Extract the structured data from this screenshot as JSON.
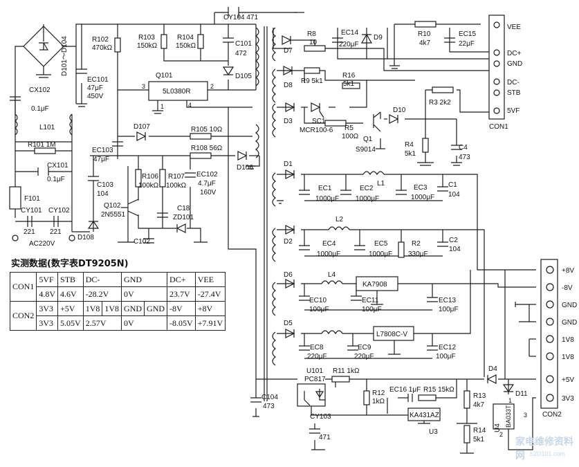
{
  "labels": {
    "cy104": "CY104  471",
    "d101": "D101～D104",
    "cx102": "CX102",
    "cx102v": "0.1μF",
    "l101": "L101",
    "r101": "R101   1M",
    "cx101": "CX101",
    "cx101v": "0.1μF",
    "f101": "F101",
    "cy101": "CY101",
    "cy102": "CY102",
    "cy101v": "221",
    "cy102v": "221",
    "ac": "AC220V",
    "ec101": "EC101",
    "ec101v1": "47μF",
    "ec101v2": "450V",
    "r102": "R102",
    "r102v": "470kΩ",
    "r103": "R103",
    "r103v": "150kΩ",
    "r104": "R104",
    "r104v": "150kΩ",
    "c101": "C101",
    "c101v": "472",
    "d105": "D105",
    "q101": "Q101",
    "ic": "5L0380R",
    "p3": "3",
    "p2": "2",
    "p1": "1",
    "p4": "4",
    "d107": "D107",
    "r105": "R105  10Ω",
    "r108": "R108  56Ω",
    "d106": "D106",
    "ec103": "EC103",
    "ec103v": "47μF",
    "c103": "C103",
    "c103v": "104",
    "r106": "R106",
    "r106v": "100kΩ",
    "r107": "R107",
    "r107v": "100kΩ",
    "ec102": "EC102",
    "ec102v1": "4.7μF",
    "ec102v2": "160V",
    "q102": "Q102",
    "q102v": "2N5551",
    "c18": "C18",
    "zd101": "ZD101",
    "d108": "D108",
    "c102": "C102",
    "d7": "D7",
    "r8": "R8",
    "r8v": "10",
    "ec14": "EC14",
    "ec14v": "220μF",
    "d9": "D9",
    "r10": "R10",
    "r10v": "4k7",
    "ec15": "EC15",
    "ec15v": "22μF",
    "d8": "D8",
    "r9": "R9  5k1",
    "r16": "R16",
    "r16v": "5k1",
    "r3": "R3  2k2",
    "d3": "D3",
    "sc1": "SC1",
    "sc1v": "MCR100-6",
    "r5": "R5",
    "r5v": "100Ω",
    "q1": "Q1",
    "q1v": "S9014",
    "d10": "D10",
    "r4": "R4",
    "r4v": "5k1",
    "c4": "C4",
    "c4v": "473",
    "d1": "D1",
    "l1": "L1",
    "ec1": "EC1",
    "ec1v": "1000μF",
    "ec2": "EC2",
    "ec2v": "1000μF",
    "ec3": "EC3",
    "ec3v": "1000μF",
    "c1": "C1",
    "c1v": "104",
    "l2": "L2",
    "d2": "D2",
    "ec4": "EC4",
    "ec4v": "1000μF",
    "ec5": "EC5",
    "ec5v": "1000μF",
    "r2": "R2",
    "r2v": "330μF",
    "c2": "C2",
    "c2v": "104",
    "d6": "D6",
    "l4": "L4",
    "ka7908": "KA7908",
    "ec10": "EC10",
    "ec10v": "100μF",
    "ec11": "EC11",
    "ec11v": "100μF",
    "ec13": "EC13",
    "ec13v": "100μF",
    "d5": "D5",
    "l7808": "L7808C-V",
    "ec8": "EC8",
    "ec8v": "220μF",
    "ec9": "EC9",
    "ec9v": "220μF",
    "ec12": "EC12",
    "ec12v": "100μF",
    "u101": "U101",
    "pc817": "PC817",
    "r11": "R11  1kΩ",
    "r12": "R12",
    "r12v": "1kΩ",
    "ec16": "EC16  1μF",
    "r15": "R15  15kΩ",
    "ka431": "KA431AZ",
    "u3": "U3",
    "r13": "R13",
    "r13v": "4k7",
    "r14": "R14",
    "r14v": "5k1",
    "d4": "D4",
    "d11": "D11",
    "u4": "U4",
    "ba033t": "BA033T",
    "u4p1": "1",
    "u4p2": "2",
    "u4p3": "3",
    "c104": "C104",
    "c104v": "473",
    "cy103": "CY103",
    "cy103v": "471"
  },
  "con1": {
    "name": "CON1",
    "pins": [
      "VEE",
      "DC+",
      "GND",
      "DC-",
      "STB",
      "5VF"
    ]
  },
  "con2": {
    "name": "CON2",
    "pins": [
      "+8V",
      "-8V",
      "GND",
      "GND",
      "1V8",
      "1V8",
      "+5V",
      "3V3"
    ]
  },
  "table": {
    "title": "实测数据(数字表DT9205N)",
    "rows": [
      [
        "5VF",
        "STB",
        "DC-",
        "",
        "GND",
        "DC+",
        "VEE"
      ],
      [
        "4.8V",
        "4.6V",
        "-28.2V",
        "",
        "0V",
        "23.7V",
        "-27.4V"
      ],
      [
        "3V3",
        "+5V",
        "1V8",
        "1V8",
        "GND",
        "GND",
        "-8V",
        "+8V"
      ],
      [
        "3V3",
        "5.05V",
        "2.57V",
        "",
        "0V",
        "",
        "-8.05V",
        "+7.91V"
      ]
    ],
    "row_labels": [
      "CON1",
      "CON2"
    ]
  },
  "watermark": {
    "text": "家电维修资料网",
    "url": "52D101.com"
  }
}
